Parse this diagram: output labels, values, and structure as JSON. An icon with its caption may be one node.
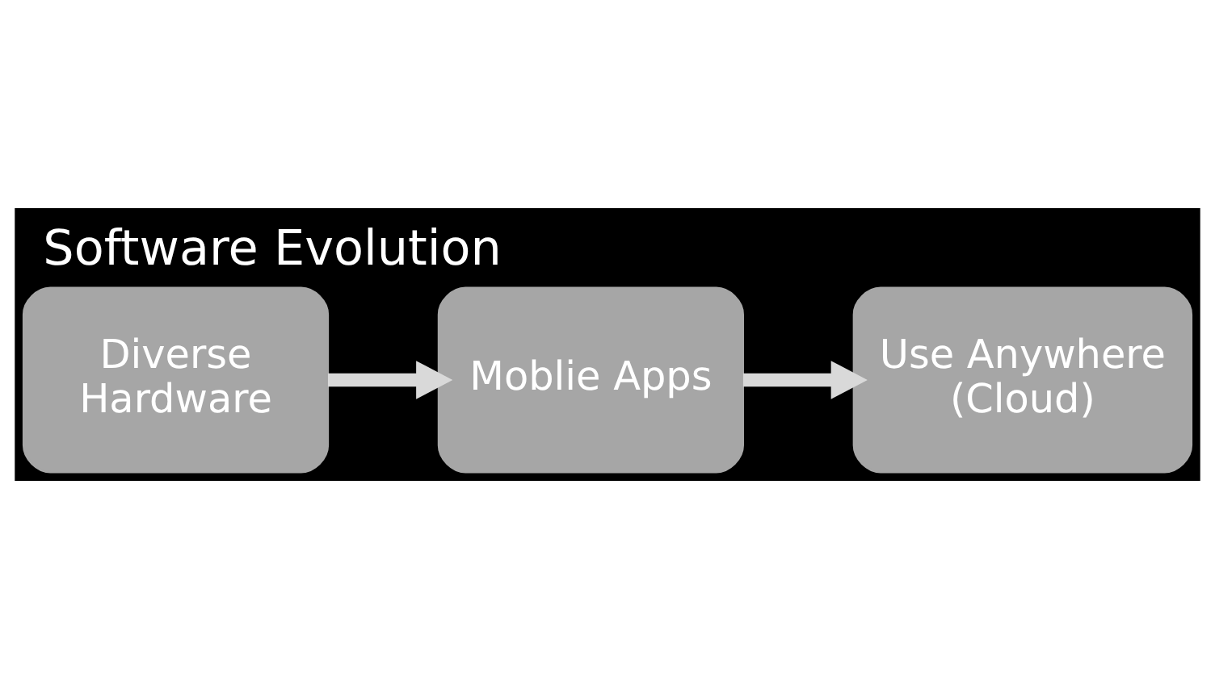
{
  "diagram": {
    "title": "Software Evolution",
    "nodes": [
      {
        "text": [
          "Diverse Hardware"
        ]
      },
      {
        "text": [
          "Moblie Apps"
        ]
      },
      {
        "text": [
          "Use Anywhere (Cloud)"
        ]
      }
    ],
    "edges": [
      {
        "from": 0,
        "to": 1,
        "arrow": "to"
      },
      {
        "from": 1,
        "to": 2,
        "arrow": "to"
      }
    ]
  }
}
